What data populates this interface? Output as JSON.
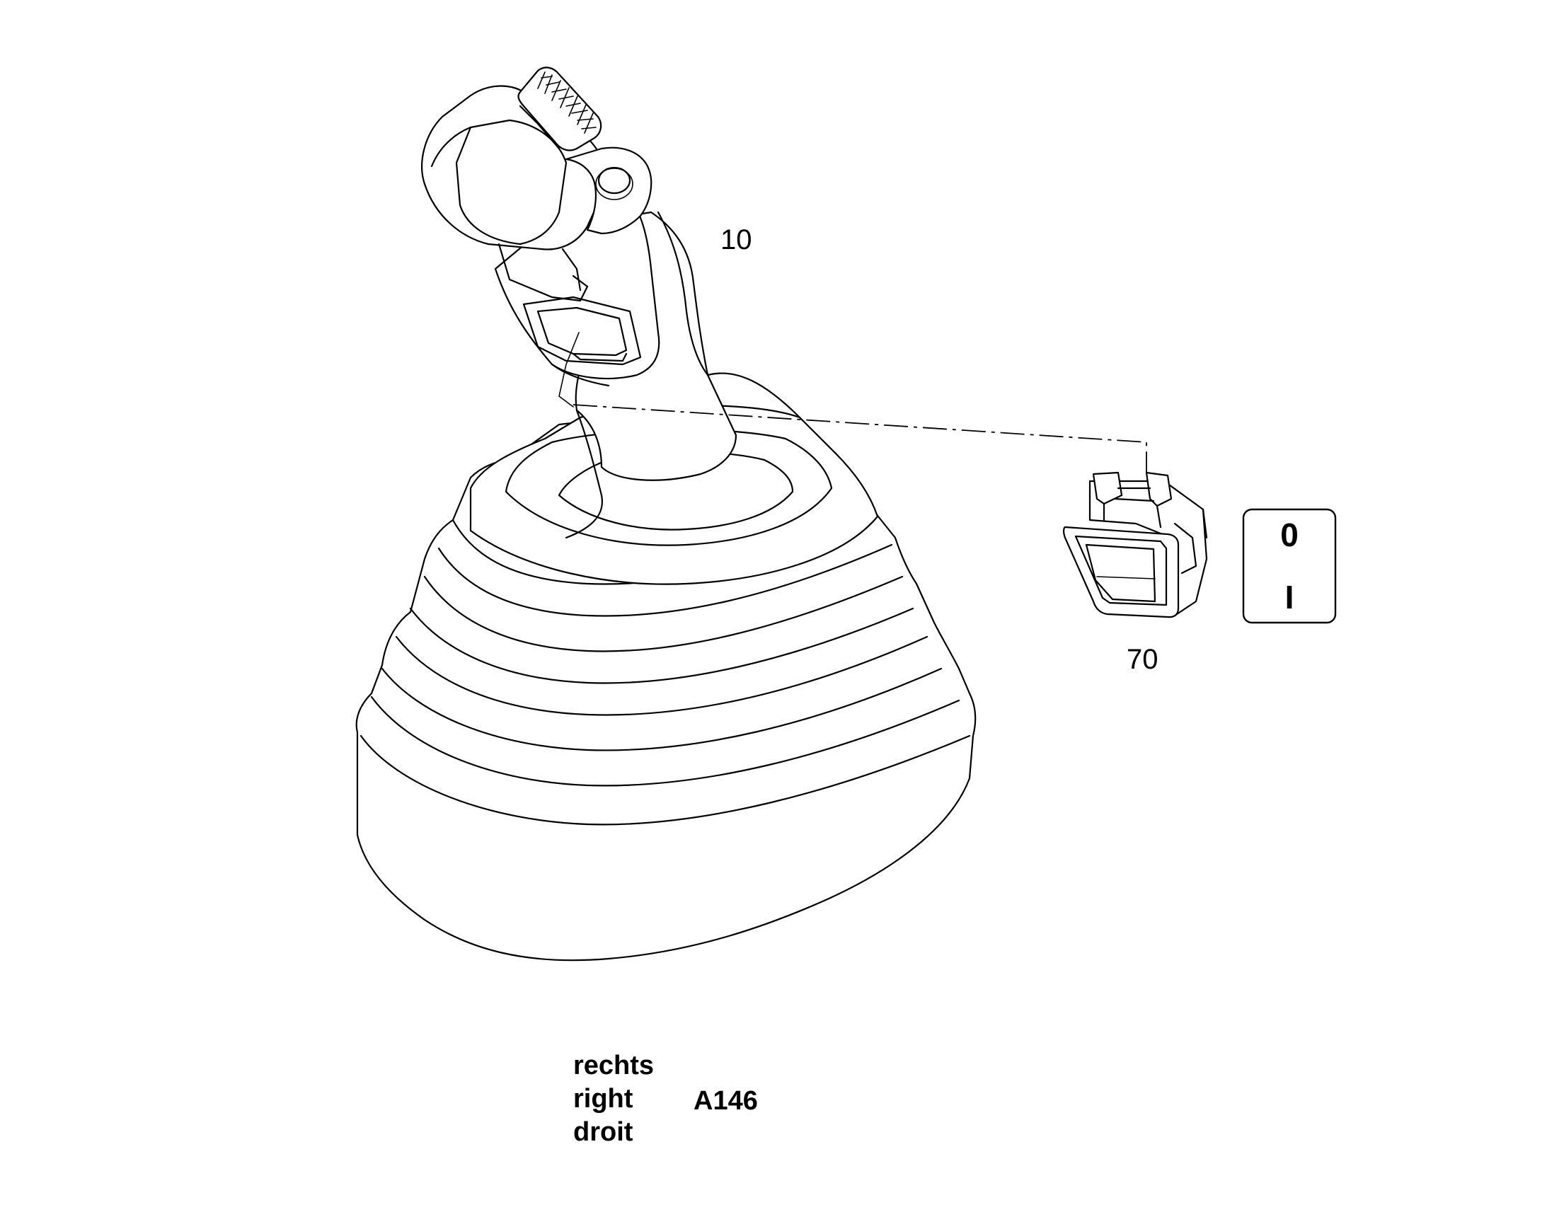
{
  "diagram": {
    "callouts": {
      "joystick": "10",
      "switch": "70"
    },
    "switch_symbol": {
      "off": "0",
      "on": "I"
    },
    "caption": {
      "lines": [
        "rechts",
        "right",
        "droit"
      ],
      "code": "A146"
    },
    "icons": {
      "joystick": "joystick-assembly-icon",
      "switch": "rocker-switch-icon",
      "symbol": "on-off-symbol-icon"
    }
  }
}
